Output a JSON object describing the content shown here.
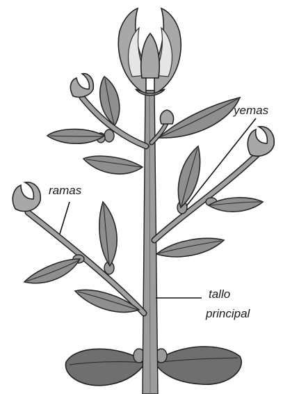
{
  "figure": {
    "labels": {
      "buds": "yemas",
      "branches": "ramas",
      "main_stem_line1": "tallo",
      "main_stem_line2": "principal"
    }
  },
  "colors": {
    "leaf": "#8f8f8f",
    "stem": "#9c9c9c",
    "outline": "#222222",
    "background": "#ffffff"
  }
}
